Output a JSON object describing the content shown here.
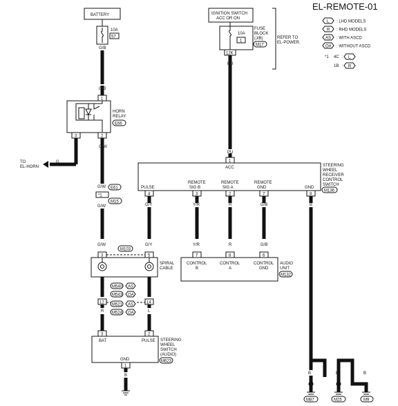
{
  "title": "EL-REMOTE-01",
  "legend": {
    "lhd": "L",
    "lhd_text": ": LHD MODELS",
    "rhd": "R",
    "rhd_text": ": RHD MODELS",
    "as": "AS",
    "as_text": ": WITH ASCD",
    "oa": "OA",
    "oa_text": ": WITHOUT ASCD",
    "star": "*1",
    "c4": "4C",
    "c4_sep": ":",
    "c1": "1B",
    "c1_sep": ":"
  },
  "battery": {
    "label": "BATTERY",
    "fuse_amp": "10A",
    "fuse_no": "57",
    "wire_out": "G/B"
  },
  "ign": {
    "line1": "IGNITION SWITCH",
    "line2": "ACC OR ON",
    "fuse_amp": "10A",
    "fuse_no": "1",
    "fb1": "FUSE",
    "fb2": "BLOCK",
    "fb3": "(J/B)",
    "fb_conn": "M17",
    "ref1": "REFER TO",
    "ref2": "EL-POWER.",
    "pin": "12K",
    "wire": "PU"
  },
  "horn": {
    "wire_in": "G/B",
    "pin_top": "1",
    "name1": "HORN",
    "name2": "RELAY",
    "conn": "E66",
    "pin3": "3",
    "pin2": "2",
    "wire3": "G",
    "wire2": "G/W",
    "to1": "TO",
    "to2": "EL-HORN",
    "to_wire": "G"
  },
  "junction": {
    "wire_top": "G/W",
    "conn1": "E61",
    "pin": "*1",
    "conn2": "M15",
    "wire_bot": "G/W"
  },
  "swrcs": {
    "wire_in": "PU",
    "pin_acc": "1",
    "acc": "ACC",
    "name1": "STEERING",
    "name2": "WHEEL",
    "name3": "RECEIVER",
    "name4": "CONTROL",
    "name5": "SWITCH",
    "conn": "M136",
    "pins": [
      {
        "label1": "PULSE",
        "label2": "",
        "pin": "4",
        "wire": "G/Y"
      },
      {
        "label1": "REMOTE",
        "label2": "SIG B",
        "pin": "3",
        "wire": "Y/R"
      },
      {
        "label1": "REMOTE",
        "label2": "SIG A",
        "pin": "2",
        "wire": "R"
      },
      {
        "label1": "REMOTE",
        "label2": "GND",
        "pin": "7",
        "wire": "G/B"
      },
      {
        "label1": "GND",
        "label2": "",
        "pin": "8",
        "wire": "B"
      }
    ]
  },
  "spiral": {
    "conn_top": "M103",
    "pin_l": "3",
    "pin_r": "5",
    "wire_l": "G/W",
    "wire_r": "G/Y",
    "name1": "SPIRAL",
    "name2": "CABLE",
    "pin_l2": "12",
    "pin_r2": "14",
    "wire_l2": "R",
    "wire_r2": "L",
    "conns": [
      {
        "conn": "M540",
        "opt": "AS"
      },
      {
        "conn": "M543",
        "opt": "OA"
      },
      {
        "conn": "M521",
        "opt": "AS"
      },
      {
        "conn": "M524",
        "opt": "OA"
      }
    ]
  },
  "audio": {
    "pins": [
      {
        "wire": "Y/R",
        "pin": "7",
        "label1": "CONTROL",
        "label2": "B"
      },
      {
        "wire": "R",
        "pin": "8",
        "label1": "CONTROL",
        "label2": "A"
      },
      {
        "wire": "G/B",
        "pin": "6",
        "label1": "CONTROL",
        "label2": "GND"
      }
    ],
    "name1": "AUDIO",
    "name2": "UNIT",
    "conn": "M132"
  },
  "sws": {
    "pin_bat": "3",
    "pin_pulse": "2",
    "bat": "BAT",
    "pulse": "PULSE",
    "name1": "STEERING",
    "name2": "WHEEL",
    "name3": "SWITCH",
    "name4": "(AUDIO)",
    "conn": "M623",
    "gnd": "GND",
    "pin_gnd": "1",
    "wire_gnd": "B"
  },
  "grounds": [
    {
      "wire": "B",
      "label": "M87"
    },
    {
      "wire": "B",
      "label": "M25"
    },
    {
      "wire": "B",
      "label": "M9"
    }
  ]
}
